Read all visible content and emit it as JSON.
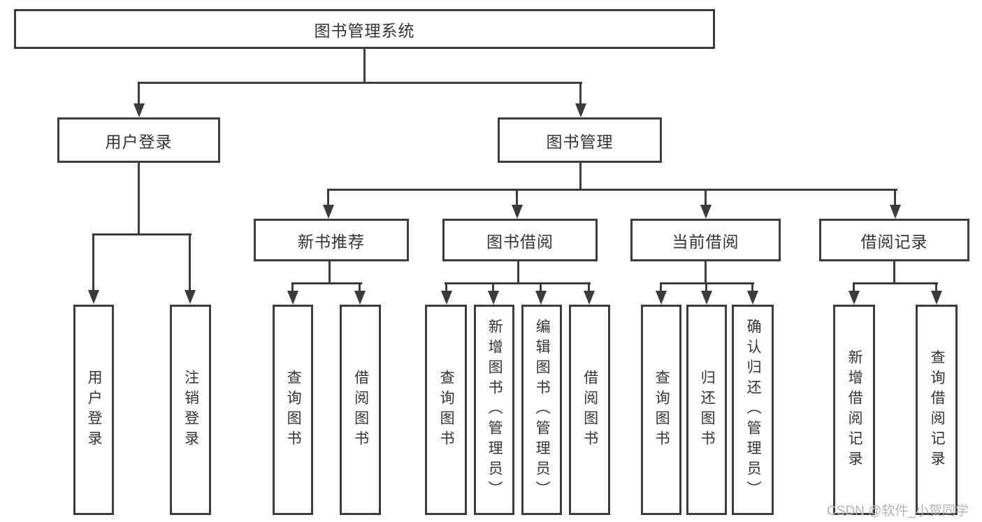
{
  "diagram": {
    "title": "图书管理系统",
    "nodes": {
      "root": {
        "label": "图书管理系统"
      },
      "level2": [
        {
          "label": "用户登录"
        },
        {
          "label": "图书管理"
        }
      ],
      "level3": [
        {
          "label": "新书推荐",
          "parent": "图书管理"
        },
        {
          "label": "图书借阅",
          "parent": "图书管理"
        },
        {
          "label": "当前借阅",
          "parent": "图书管理"
        },
        {
          "label": "借阅记录",
          "parent": "图书管理"
        }
      ],
      "leaves": [
        {
          "label": "用户登录",
          "parent": "用户登录"
        },
        {
          "label": "注销登录",
          "parent": "用户登录"
        },
        {
          "label": "查询图书",
          "parent": "新书推荐"
        },
        {
          "label": "借阅图书",
          "parent": "新书推荐"
        },
        {
          "label": "查询图书",
          "parent": "图书借阅"
        },
        {
          "label": "新增图书（管理员）",
          "parent": "图书借阅"
        },
        {
          "label": "编辑图书（管理员）",
          "parent": "图书借阅"
        },
        {
          "label": "借阅图书",
          "parent": "图书借阅"
        },
        {
          "label": "查询图书",
          "parent": "当前借阅"
        },
        {
          "label": "归还图书",
          "parent": "当前借阅"
        },
        {
          "label": "确认归还（管理员）",
          "parent": "当前借阅"
        },
        {
          "label": "新增借阅记录",
          "parent": "借阅记录"
        },
        {
          "label": "查询借阅记录",
          "parent": "借阅记录"
        }
      ]
    }
  },
  "watermark": {
    "text": "CSDN @软件_小贺同学"
  },
  "colors": {
    "line": "#3b3b3b",
    "text": "#333333",
    "watermark": "#b3b3b3",
    "bg": "#ffffff"
  }
}
